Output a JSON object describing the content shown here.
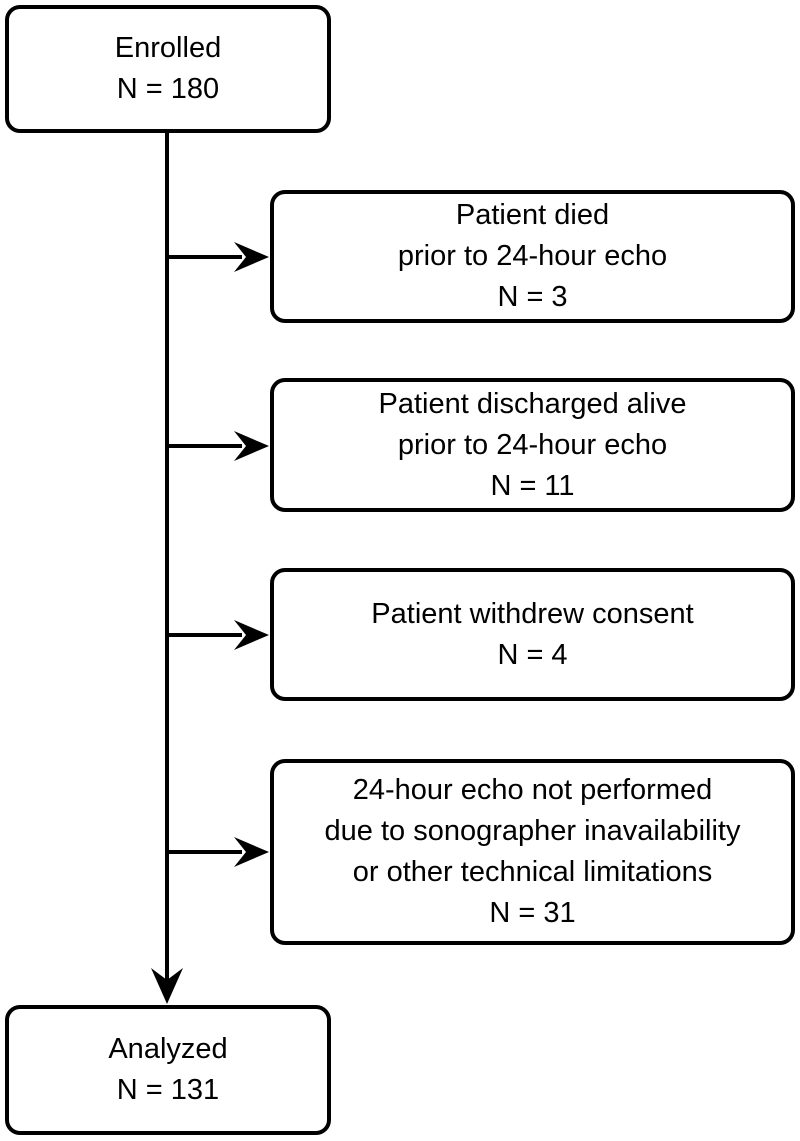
{
  "flowchart": {
    "start": {
      "label": "Enrolled",
      "count": "N = 180"
    },
    "exclusions": [
      {
        "lines": [
          "Patient died",
          "prior to 24-hour echo"
        ],
        "count": "N = 3"
      },
      {
        "lines": [
          "Patient discharged alive",
          "prior to 24-hour echo"
        ],
        "count": "N = 11"
      },
      {
        "lines": [
          "Patient withdrew consent"
        ],
        "count": "N = 4"
      },
      {
        "lines": [
          "24-hour echo not performed",
          "due to sonographer inavailability",
          "or other technical limitations"
        ],
        "count": "N = 31"
      }
    ],
    "end": {
      "label": "Analyzed",
      "count": "N = 131"
    },
    "colors": {
      "line": "#000000",
      "text": "#000000",
      "box_fill": "#ffffff",
      "background": "#ffffff"
    }
  }
}
